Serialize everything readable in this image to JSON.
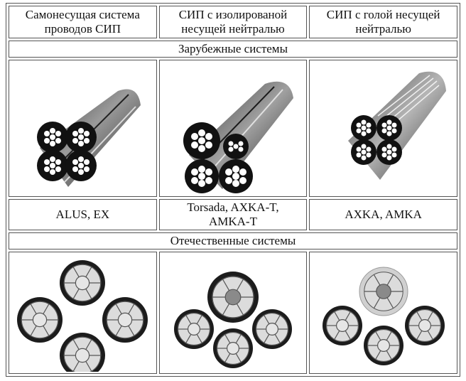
{
  "headers": [
    "Самонесущая система проводов СИП",
    "СИП с изолированой несущей нейтралью",
    "СИП с голой несущей нейтралью"
  ],
  "foreign_section": "Зарубежные системы",
  "foreign_names": [
    "ALUS, EX",
    "Torsada, AXKA-T, AMKA-T",
    "AXKA, AMKA"
  ],
  "domestic_section": "Отечественные системы",
  "illustrations": {
    "foreign": [
      "twisted-4-insulated-cable",
      "twisted-insulated-neutral-cable",
      "twisted-bare-neutral-cable"
    ],
    "domestic": [
      "cross-section-4-phase",
      "cross-section-insulated-neutral",
      "cross-section-bare-neutral"
    ]
  }
}
